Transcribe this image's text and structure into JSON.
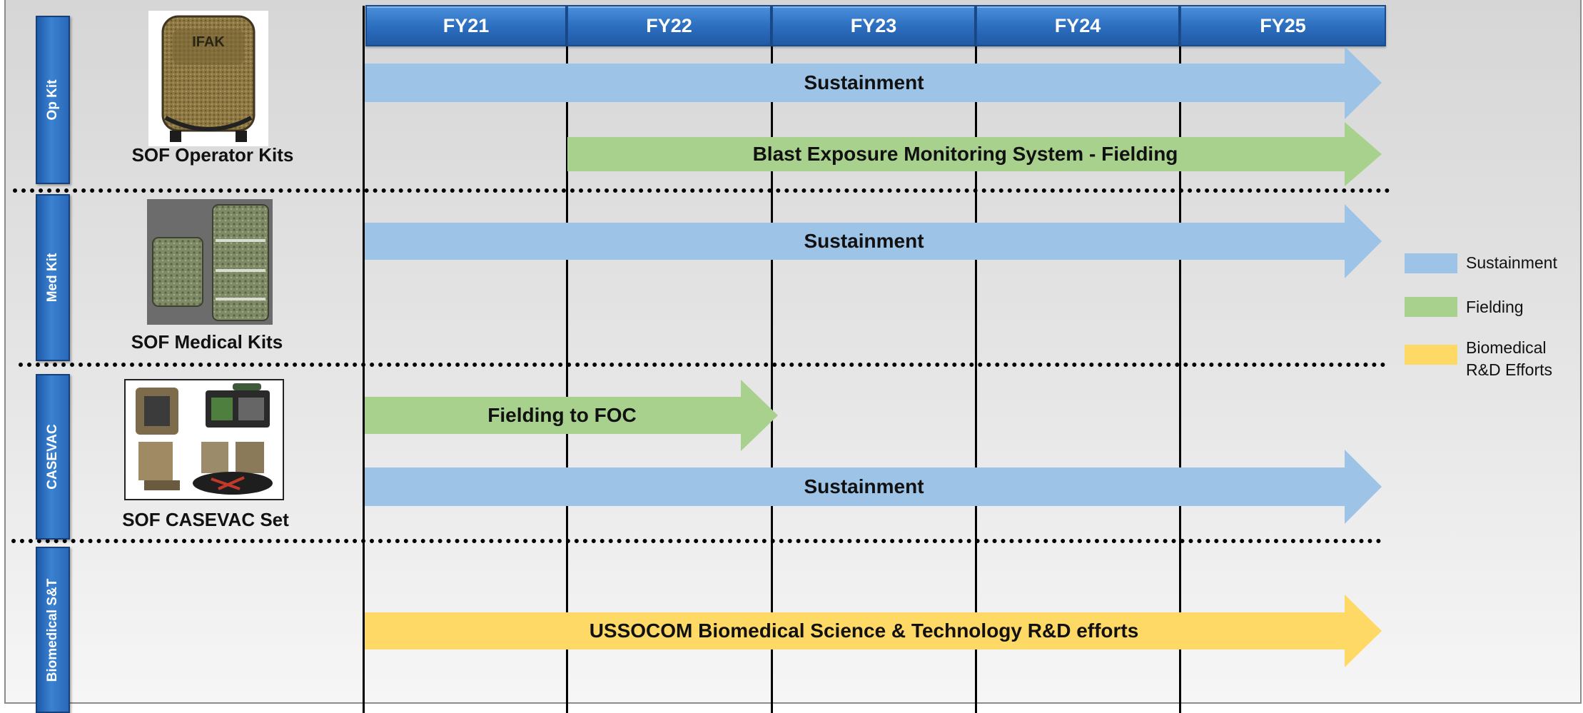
{
  "colors": {
    "sustainment": "#9dc3e6",
    "fielding": "#a9d18e",
    "biomedical": "#ffd966",
    "header_blue": "#2e6fc0"
  },
  "years": [
    "FY21",
    "FY22",
    "FY23",
    "FY24",
    "FY25"
  ],
  "rows": [
    {
      "tab": "Op Kit",
      "kit_name": "SOF Operator Kits",
      "image_icon": "ifak-backpack-photo"
    },
    {
      "tab": "Med Kit",
      "kit_name": "SOF Medical Kits",
      "image_icon": "medical-kit-pouches-photo"
    },
    {
      "tab": "CASEVAC",
      "kit_name": "SOF CASEVAC Set",
      "image_icon": "casevac-set-photo"
    },
    {
      "tab": "Biomedical S&T",
      "kit_name": "",
      "image_icon": ""
    }
  ],
  "bars": [
    {
      "label": "Sustainment",
      "type": "sustainment",
      "start": "FY21",
      "end": "FY25"
    },
    {
      "label": "Blast Exposure Monitoring System - Fielding",
      "type": "fielding",
      "start": "FY22",
      "end": "FY25"
    },
    {
      "label": "Sustainment",
      "type": "sustainment",
      "start": "FY21",
      "end": "FY25"
    },
    {
      "label": "Fielding to FOC",
      "type": "fielding",
      "start": "FY21",
      "end": "FY22"
    },
    {
      "label": "Sustainment",
      "type": "sustainment",
      "start": "FY21",
      "end": "FY25"
    },
    {
      "label": "USSOCOM Biomedical Science & Technology R&D efforts",
      "type": "biomedical",
      "start": "FY21",
      "end": "FY25"
    }
  ],
  "legend": [
    {
      "label": "Sustainment",
      "type": "sustainment"
    },
    {
      "label": "Fielding",
      "type": "fielding"
    },
    {
      "label": "Biomedical R&D Efforts",
      "type": "biomedical"
    }
  ],
  "ifak_text": "IFAK"
}
